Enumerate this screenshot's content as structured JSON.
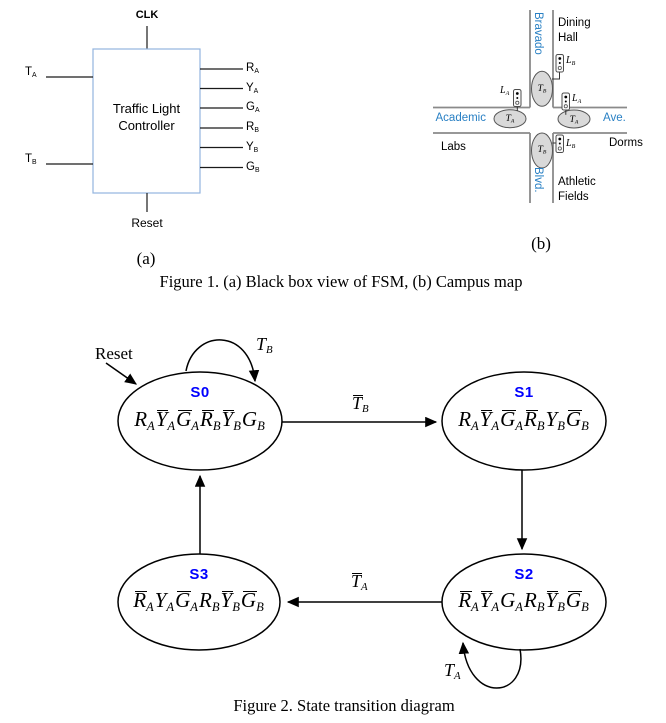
{
  "figure1": {
    "caption": "Figure 1. (a) Black box view of FSM, (b) Campus map",
    "label_a": "(a)",
    "label_b": "(b)",
    "block_diagram": {
      "clk": "CLK",
      "reset": "Reset",
      "title": [
        "Traffic Light",
        "Controller"
      ],
      "box_border_color": "#92b4de",
      "inputs": [
        {
          "l": "T",
          "s": "A"
        },
        {
          "l": "T",
          "s": "B"
        }
      ],
      "outputs": [
        {
          "l": "R",
          "s": "A"
        },
        {
          "l": "Y",
          "s": "A"
        },
        {
          "l": "G",
          "s": "A"
        },
        {
          "l": "R",
          "s": "B"
        },
        {
          "l": "Y",
          "s": "B"
        },
        {
          "l": "G",
          "s": "B"
        }
      ]
    },
    "campus_map": {
      "street_name_color": "#2980c4",
      "road_color": "#8a8a8a",
      "street_vertical_top": "Bravado",
      "street_vertical_bottom": "Blvd.",
      "street_horizontal_left": "Academic",
      "street_horizontal_right": "Ave.",
      "places": {
        "top_right": [
          "Dining",
          "Hall"
        ],
        "bottom_left": "Labs",
        "right": "Dorms",
        "bottom_right": [
          "Athletic",
          "Fields"
        ]
      },
      "sensors": {
        "top": {
          "l": "T",
          "s": "B"
        },
        "left": {
          "l": "T",
          "s": "A"
        },
        "right": {
          "l": "T",
          "s": "A"
        },
        "bottom": {
          "l": "T",
          "s": "B"
        }
      },
      "lights": {
        "top_right": {
          "l": "L",
          "s": "B"
        },
        "left": {
          "l": "L",
          "s": "A"
        },
        "right": {
          "l": "L",
          "s": "A"
        },
        "bottom_right": {
          "l": "L",
          "s": "B"
        }
      }
    }
  },
  "figure2": {
    "caption": "Figure 2. State transition diagram",
    "reset": "Reset",
    "state_name_color": "#0000ff",
    "states": [
      {
        "name": "S0",
        "outputs": [
          {
            "l": "R",
            "s": "A"
          },
          {
            "l": "Y",
            "s": "A",
            "bar": true
          },
          {
            "l": "G",
            "s": "A",
            "bar": true
          },
          {
            "l": "R",
            "s": "B",
            "bar": true
          },
          {
            "l": "Y",
            "s": "B",
            "bar": true
          },
          {
            "l": "G",
            "s": "B"
          }
        ]
      },
      {
        "name": "S1",
        "outputs": [
          {
            "l": "R",
            "s": "A"
          },
          {
            "l": "Y",
            "s": "A",
            "bar": true
          },
          {
            "l": "G",
            "s": "A",
            "bar": true
          },
          {
            "l": "R",
            "s": "B",
            "bar": true
          },
          {
            "l": "Y",
            "s": "B"
          },
          {
            "l": "G",
            "s": "B",
            "bar": true
          }
        ]
      },
      {
        "name": "S2",
        "outputs": [
          {
            "l": "R",
            "s": "A",
            "bar": true
          },
          {
            "l": "Y",
            "s": "A",
            "bar": true
          },
          {
            "l": "G",
            "s": "A"
          },
          {
            "l": "R",
            "s": "B"
          },
          {
            "l": "Y",
            "s": "B",
            "bar": true
          },
          {
            "l": "G",
            "s": "B",
            "bar": true
          }
        ]
      },
      {
        "name": "S3",
        "outputs": [
          {
            "l": "R",
            "s": "A",
            "bar": true
          },
          {
            "l": "Y",
            "s": "A"
          },
          {
            "l": "G",
            "s": "A",
            "bar": true
          },
          {
            "l": "R",
            "s": "B"
          },
          {
            "l": "Y",
            "s": "B",
            "bar": true
          },
          {
            "l": "G",
            "s": "B",
            "bar": true
          }
        ]
      }
    ],
    "transitions": {
      "s0_self": {
        "l": "T",
        "s": "B"
      },
      "s0_s1": {
        "l": "T",
        "s": "B",
        "bar": true
      },
      "s2_s3": {
        "l": "T",
        "s": "A",
        "bar": true
      },
      "s2_self": {
        "l": "T",
        "s": "A"
      }
    }
  }
}
